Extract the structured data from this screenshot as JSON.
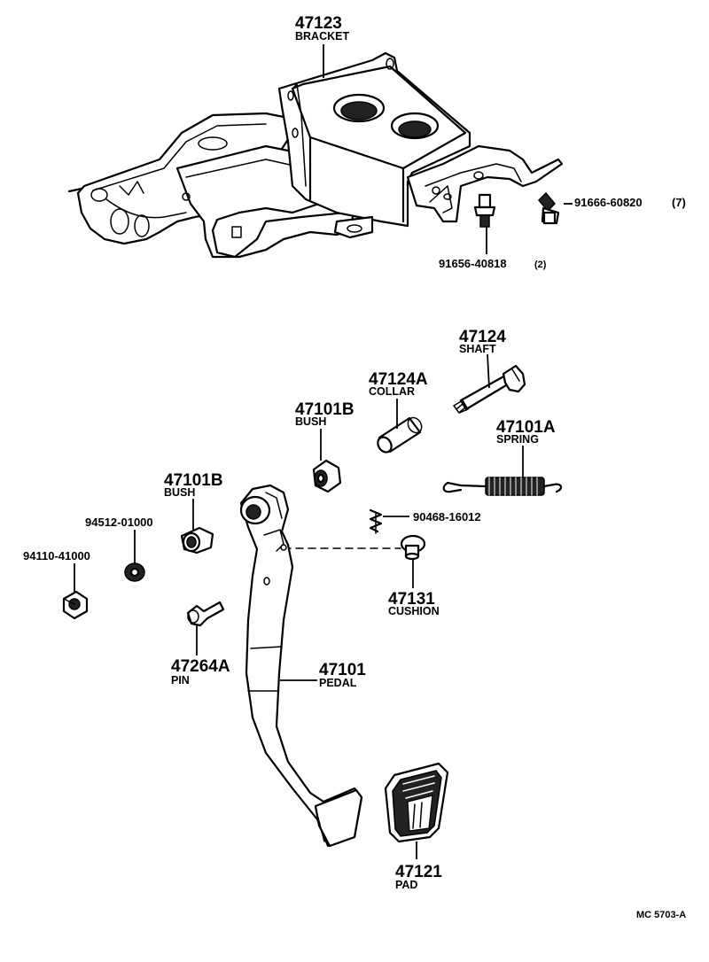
{
  "labels": {
    "bracket": {
      "number": "47123",
      "name": "BRACKET"
    },
    "bolt1": {
      "number": "91666-60820",
      "qty": "(7)"
    },
    "bolt2": {
      "number": "91656-40818",
      "qty": "(2)"
    },
    "shaft": {
      "number": "47124",
      "name": "SHAFT"
    },
    "collar": {
      "number": "47124A",
      "name": "COLLAR"
    },
    "bush_top": {
      "number": "47101B",
      "name": "BUSH"
    },
    "spring": {
      "number": "47101A",
      "name": "SPRING"
    },
    "bush_left": {
      "number": "47101B",
      "name": "BUSH"
    },
    "washer": {
      "number": "94512-01000"
    },
    "nut": {
      "number": "94110-41000"
    },
    "pin_clip": {
      "number": "90468-16012"
    },
    "cushion": {
      "number": "47131",
      "name": "CUSHION"
    },
    "pin": {
      "number": "47264A",
      "name": "PIN"
    },
    "pedal": {
      "number": "47101",
      "name": "PEDAL"
    },
    "pad": {
      "number": "47121",
      "name": "PAD"
    }
  },
  "reference_code": "MC 5703-A"
}
